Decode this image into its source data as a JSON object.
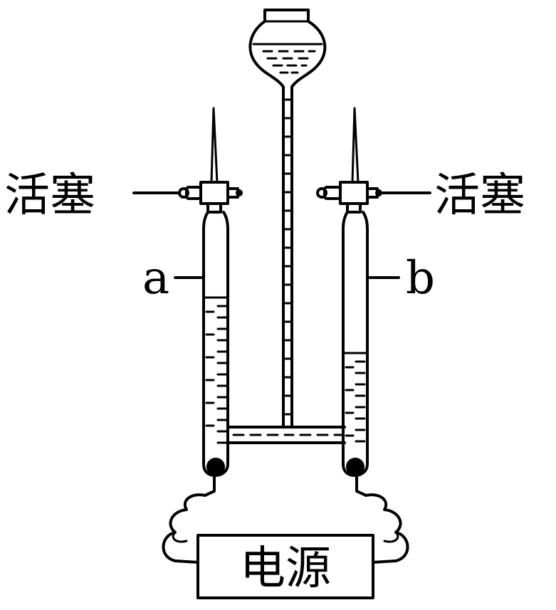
{
  "labels": {
    "stopcock_left": "活塞",
    "stopcock_right": "活塞",
    "tube_a": "a",
    "tube_b": "b",
    "power_supply": "电源"
  },
  "colors": {
    "ink": "#000000",
    "paper": "#ffffff"
  },
  "icons": {
    "reservoir": "funnel-reservoir-icon",
    "electrode": "electrode-icon",
    "stopcock": "stopcock-icon"
  }
}
